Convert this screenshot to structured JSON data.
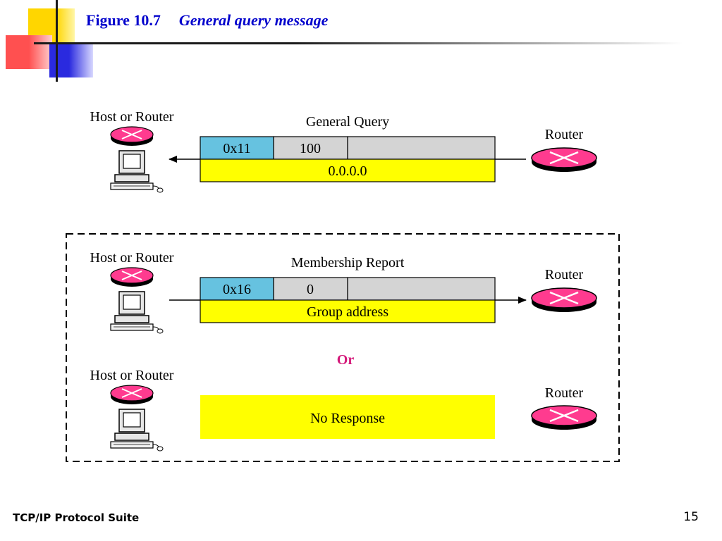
{
  "slide": {
    "figure_label": "Figure 10.7",
    "figure_title": "General query message",
    "footer_left": "TCP/IP Protocol Suite",
    "page_number": "15"
  },
  "colors": {
    "title": "#0000cc",
    "type_field": "#66c2e0",
    "field_gray": "#d4d4d4",
    "field_yellow": "#ffff00",
    "router": "#ff3b8f",
    "or_text": "#d4197a"
  },
  "query": {
    "sender_label": "Router",
    "receiver_label": "Host or Router",
    "message_name": "General Query",
    "type": "0x11",
    "max_response": "100",
    "address": "0.0.0.0"
  },
  "response_box": {
    "report": {
      "sender_label": "Host or Router",
      "receiver_label": "Router",
      "message_name": "Membership Report",
      "type": "0x16",
      "max_response": "0",
      "address": "Group address"
    },
    "or_label": "Or",
    "no_response": {
      "host_label": "Host or Router",
      "router_label": "Router",
      "text": "No Response"
    }
  },
  "icons": {
    "router": "router-icon",
    "computer": "computer-icon",
    "arrow": "arrow-icon"
  }
}
